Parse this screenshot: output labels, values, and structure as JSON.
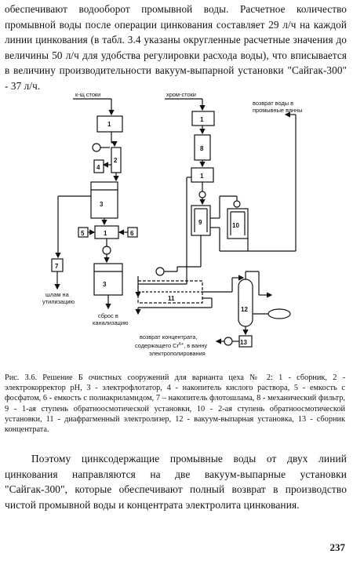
{
  "paragraph_top": "обеспечивают водооборот промывной воды. Расчетное количество промывной воды после операции цинкования составляет 29 л/ч на каждой линии цинкования (в табл. 3.4 указаны округленные расчетные значения до величины 50 л/ч для удобства регулировки расхода воды), что вписывается в величину производительности вакуум-выпарной установки \"Сайгак-300\" - 37 л/ч.",
  "figure": {
    "labels": {
      "in_left": "к-щ стоки",
      "in_right": "хром-стоки",
      "return_water": "возврат воды в промывные ванны",
      "sludge": "шлам на утилизацию",
      "discharge": "сброс в канализацию",
      "concentrate_1": "возврат концентрата,",
      "concentrate_2": "содержащего Cr",
      "concentrate_sup": "6+",
      "concentrate_3": ", в ванну",
      "concentrate_4": "электрополирования"
    },
    "nodes": {
      "n1a": "1",
      "n2": "2",
      "n4": "4",
      "n3a": "3",
      "n5": "5",
      "n1b": "1",
      "n6": "6",
      "n7": "7",
      "n3b": "3",
      "n1c": "1",
      "n8": "8",
      "n1d": "1",
      "n9": "9",
      "n10": "10",
      "n11": "11",
      "n12": "12",
      "n13": "13"
    }
  },
  "caption": {
    "title": "Рис. 3.6. Решение Б очистных сооружений для варианта цеха № 2:",
    "text": "1 - сборник, 2 - электрокорректор pH, 3 - электрофлотатор, 4 - накопитель кислого раствора, 5 - емкость с фосфатом, 6 - емкость с полиакриламидом, 7 – накопитель флотошлама, 8 - механический фильтр, 9 - 1-ая ступень обратноосмотической установки, 10 - 2-ая ступень обратноосмотической установки, 11 - диафрагменный электролизер, 12 - вакуум-выпарная установка, 13 - сборник концентрата."
  },
  "paragraph_bottom": "Поэтому цинксодержащие промывные воды от двух линий цинкования направляются на две вакуум-выпарные установки \"Сайгак-300\", которые обеспечивают полный возврат в производство чистой промывной воды и концентрата электролита цинкования.",
  "page_number": "237"
}
